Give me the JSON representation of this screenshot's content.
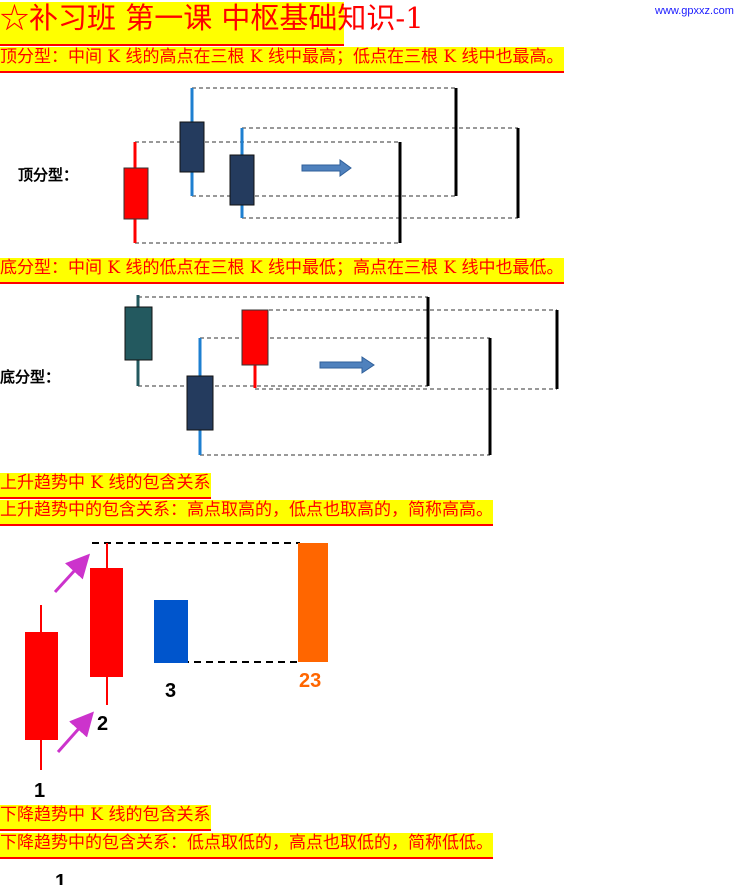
{
  "title": "☆补习班 第一课 中枢基础知识-1",
  "watermark": "www.gpxxz.com",
  "top_fractal": {
    "heading": "顶分型：中间 K 线的高点在三根 K 线中最高；低点在三根 K 线中也最高。",
    "label": "顶分型："
  },
  "bottom_fractal": {
    "heading": "底分型：中间 K 线的低点在三根 K 线中最低；高点在三根 K 线中也最低。",
    "label": "底分型："
  },
  "uptrend": {
    "heading": "上升趋势中 K 线的包含关系",
    "desc": "上升趋势中的包含关系：高点取高的，低点也取高的，简称高高。",
    "labels": [
      "1",
      "2",
      "3",
      "23"
    ]
  },
  "downtrend": {
    "heading": "下降趋势中 K 线的包含关系",
    "desc": "下降趋势中的包含关系：低点取低的，高点也取低的，简称低低。",
    "labels": [
      "1"
    ]
  },
  "colors": {
    "red": "#ff0000",
    "navy": "#243b5e",
    "teal": "#23595f",
    "blue": "#0055cc",
    "orange": "#ff6600",
    "magenta": "#cc33cc"
  }
}
